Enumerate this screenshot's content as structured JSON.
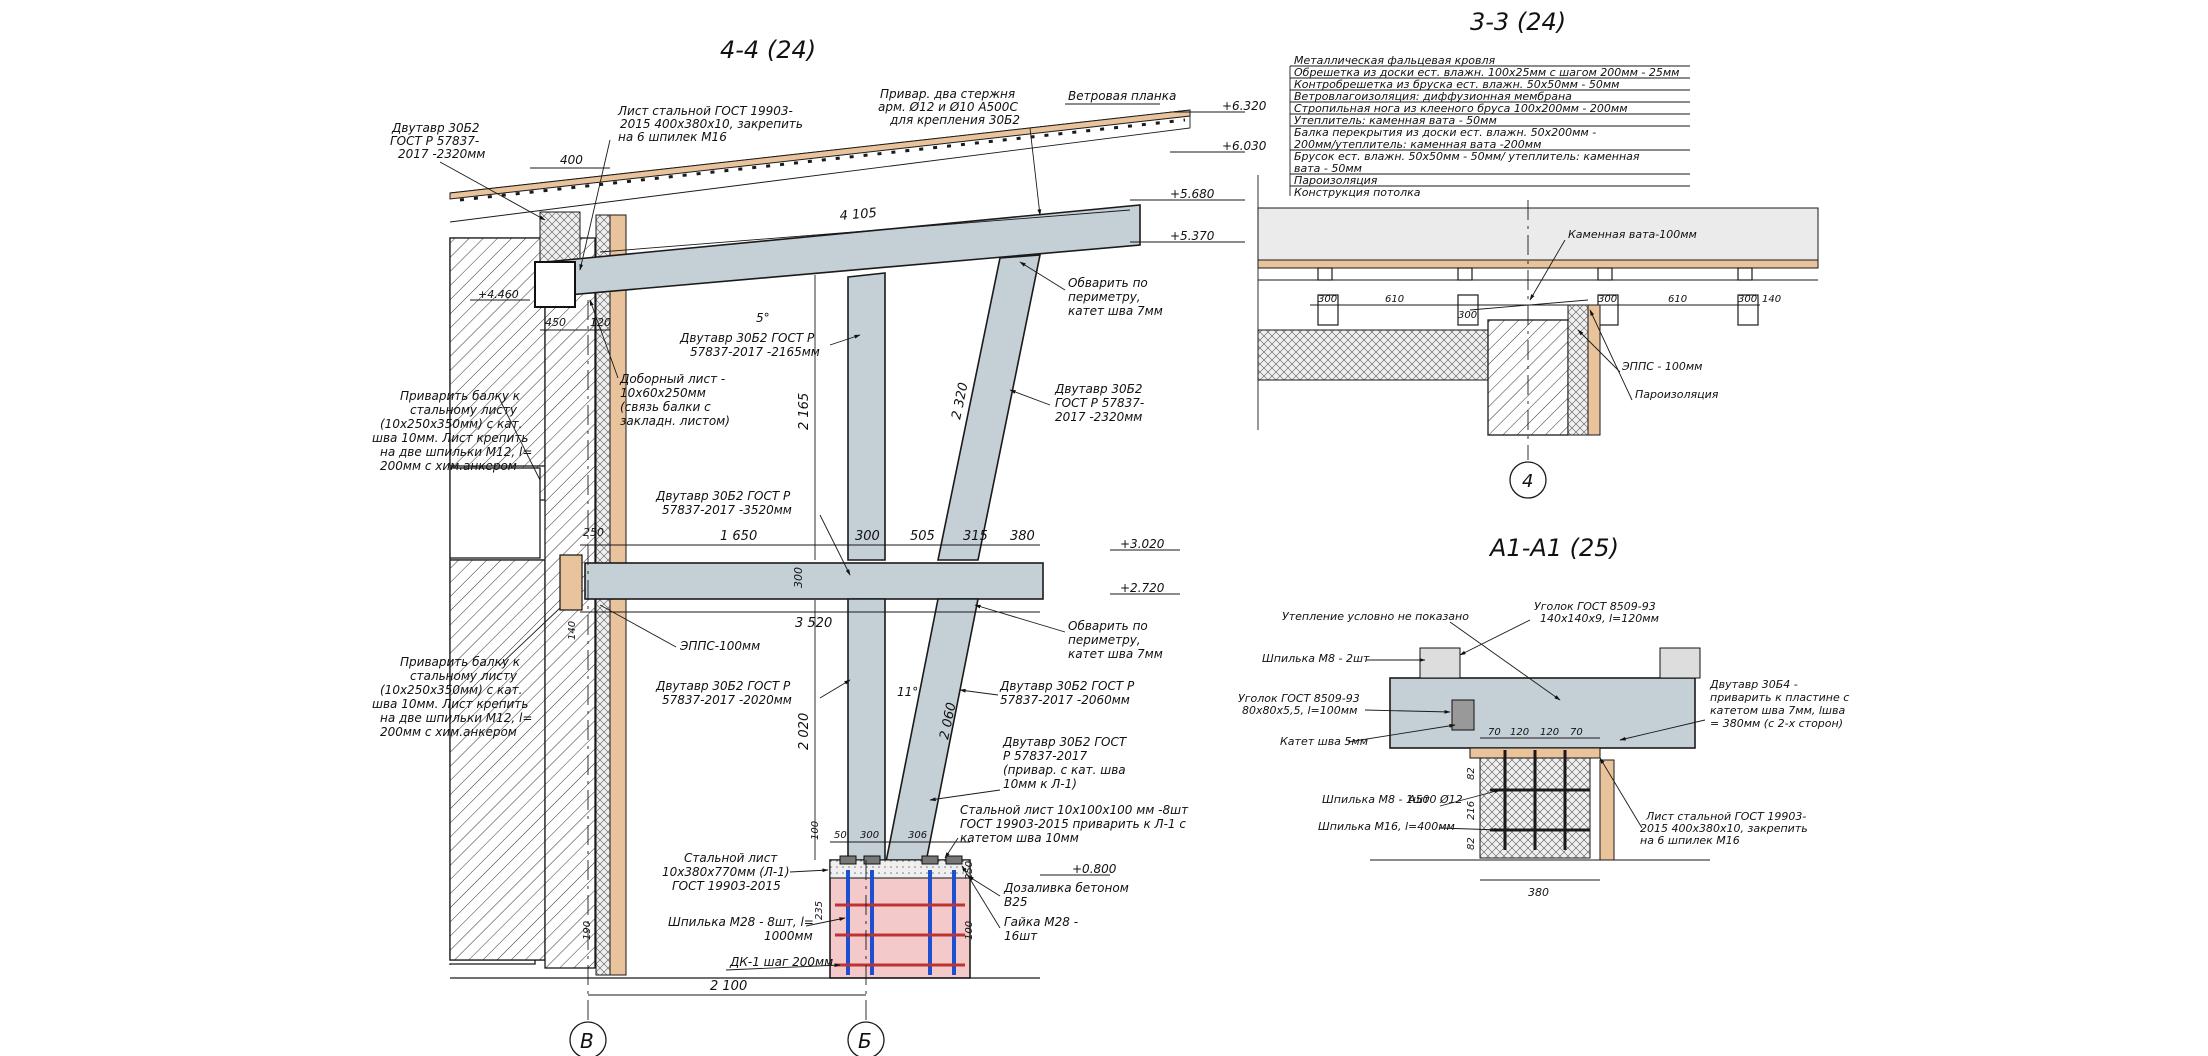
{
  "sections": {
    "s44": "4-4 (24)",
    "s33": "3-3 (24)",
    "sa1": "А1-А1 (25)"
  },
  "axes": {
    "v": "В",
    "b": "Б",
    "four": "4"
  },
  "main": {
    "levels": [
      "+6.320",
      "+6.030",
      "+5.680",
      "+5.370",
      "+4.460",
      "+3.020",
      "+2.720",
      "+0.800"
    ],
    "dims": {
      "d400": "400",
      "d4105": "4 105",
      "d5deg": "5°",
      "d450": "450",
      "d120": "120",
      "d2165": "2 165",
      "d2320": "2 320",
      "d1650": "1 650",
      "d300": "300",
      "d505": "505",
      "d315": "315",
      "d380": "380",
      "d3520": "3 520",
      "d250": "250",
      "d300b": "300",
      "d11deg": "11°",
      "d2020": "2 020",
      "d2060": "2 060",
      "d2100": "2 100",
      "d50": "50",
      "d300c": "300",
      "d306": "306",
      "d100": "100",
      "d140": "140",
      "d190": "190",
      "d250b": "250",
      "d235": "235",
      "d100b": "100"
    },
    "notes": {
      "n1": [
        "Двутавр 30Б2",
        "ГОСТ Р 57837-",
        "2017 -2320мм"
      ],
      "n2": [
        "Лист стальной ГОСТ 19903-",
        "2015 400х380х10, закрепить",
        "на 6 шпилек М16"
      ],
      "n3": [
        "Привар. два стержня",
        "арм. Ø12 и Ø10 А500С",
        "для крепления 30Б2"
      ],
      "n4": "Ветровая планка",
      "n5": [
        "Обварить по",
        "периметру,",
        "катет шва 7мм"
      ],
      "n6": [
        "Двутавр 30Б2 ГОСТ Р",
        "57837-2017 -2165мм"
      ],
      "n7": [
        "Доборный лист -",
        "10х60х250мм",
        "(связь балки с",
        "закладн. листом)"
      ],
      "n8": [
        "Двутавр 30Б2",
        "ГОСТ Р 57837-",
        "2017 -2320мм"
      ],
      "n9": [
        "Приварить балку к",
        "стальному листу",
        "(10х250х350мм) с кат.",
        "шва 10мм. Лист крепить",
        "на две шпильки М12, l=",
        "200мм с хим.анкером"
      ],
      "n10": [
        "Двутавр 30Б2 ГОСТ Р",
        "57837-2017 -3520мм"
      ],
      "n11": "ЭППС-100мм",
      "n12": [
        "Обварить по",
        "периметру,",
        "катет шва 7мм"
      ],
      "n13": [
        "Приварить балку к",
        "стальному листу",
        "(10х250х350мм) с кат.",
        "шва 10мм. Лист крепить",
        "на две шпильки М12, l=",
        "200мм с хим.анкером"
      ],
      "n14": [
        "Двутавр 30Б2 ГОСТ Р",
        "57837-2017 -2020мм"
      ],
      "n15": [
        "Двутавр 30Б2 ГОСТ Р",
        "57837-2017 -2060мм"
      ],
      "n16": [
        "Двутавр 30Б2 ГОСТ",
        "Р 57837-2017",
        "(привар. с кат. шва",
        "10мм к Л-1)"
      ],
      "n17": [
        "Стальной лист 10х100х100 мм -8шт",
        "ГОСТ 19903-2015 приварить к Л-1 с",
        "катетом шва 10мм"
      ],
      "n18": [
        "Стальной лист",
        "10х380х770мм (Л-1)",
        "ГОСТ 19903-2015"
      ],
      "n19": [
        "Шпилька М28 - 8шт, l=",
        "1000мм"
      ],
      "n20": [
        "Дозаливка бетоном",
        "В25"
      ],
      "n21": [
        "Гайка М28 -",
        "16шт"
      ],
      "n22": "ДК-1 шаг 200мм"
    }
  },
  "s33": {
    "layers": [
      "Металлическая фальцевая кровля",
      "Обрешетка из доски ест. влажн. 100х25мм с шагом 200мм - 25мм",
      "Контробрешетка из бруска ест. влажн. 50х50мм - 50мм",
      "Ветровлагоизоляция: диффузионная мембрана",
      "Стропильная нога из клееного бруса 100х200мм - 200мм",
      "Утеплитель: каменная вата - 50мм",
      "Балка перекрытия из доски ест. влажн. 50х200мм -",
      "200мм/утеплитель: каменная вата -200мм",
      "Брусок ест. влажн. 50х50мм - 50мм/ утеплитель: каменная",
      "вата - 50мм",
      "Пароизоляция",
      "Конструкция потолка"
    ],
    "notes": {
      "wool": "Каменная вата-100мм",
      "epps": "ЭППС - 100мм",
      "vapor": "Пароизоляция"
    },
    "dims": {
      "a": "300",
      "b": "610",
      "c": "300",
      "d": "300",
      "e": "610",
      "f": "300",
      "g": "140"
    }
  },
  "sa1": {
    "notes": {
      "a": "Утепление условно не показано",
      "b": [
        "Уголок ГОСТ 8509-93",
        "140х140х9, l=120мм"
      ],
      "c": "Шпилька М8 - 2шт",
      "d": [
        "Двутавр 30Б4 -",
        "приварить к пластине с",
        "катетом шва 7мм, lшва",
        "= 380мм (с 2-х сторон)"
      ],
      "e": [
        "Уголок ГОСТ 8509-93",
        "80х80х5,5, l=100мм"
      ],
      "f": "Катет шва 5мм",
      "g": "Шпилька М8 - 1шт",
      "h": "А500 Ø12",
      "i": "Шпилька М16, l=400мм",
      "j": [
        "Лист стальной ГОСТ 19903-",
        "2015 400х380х10, закрепить",
        "на 6 шпилек М16"
      ]
    },
    "dims": {
      "a": "70",
      "b": "120",
      "c": "120",
      "d": "70",
      "e": "82",
      "f": "216",
      "g": "82",
      "h": "380"
    }
  }
}
